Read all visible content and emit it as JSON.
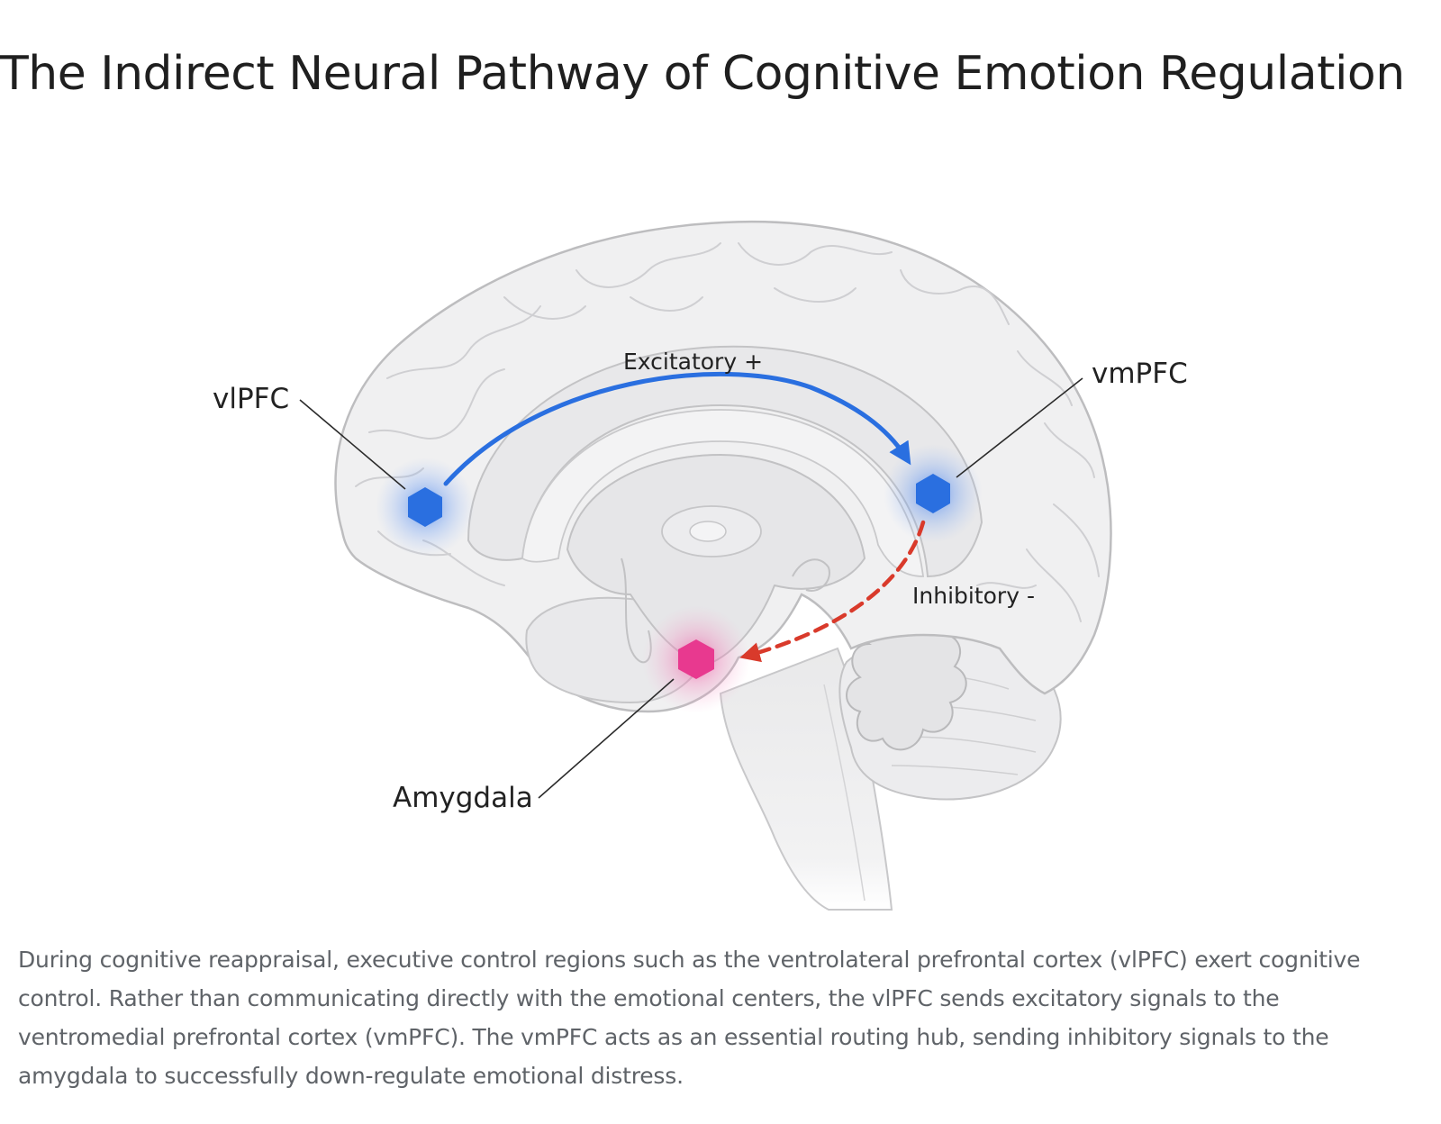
{
  "title": "The Indirect Neural Pathway of Cognitive Emotion Regulation",
  "diagram": {
    "regions": [
      {
        "id": "vlpfc",
        "label": "vlPFC",
        "color": "#2a6fe0"
      },
      {
        "id": "vmpfc",
        "label": "vmPFC",
        "color": "#2a6fe0"
      },
      {
        "id": "amygdala",
        "label": "Amygdala",
        "color": "#e8398f"
      }
    ],
    "connections": [
      {
        "from": "vlPFC",
        "to": "vmPFC",
        "label": "Excitatory +",
        "style": "solid",
        "color": "#2a6fe0"
      },
      {
        "from": "vmPFC",
        "to": "Amygdala",
        "label": "Inhibitory -",
        "style": "dashed",
        "color": "#d93a2b"
      }
    ]
  },
  "caption": "During cognitive reappraisal, executive control regions such as the ventrolateral prefrontal cortex (vlPFC) exert cognitive control. Rather than communicating directly with the emotional centers, the vlPFC sends excitatory signals to the ventromedial prefrontal cortex (vmPFC). The vmPFC acts as an essential routing hub, sending inhibitory signals to the amygdala to successfully down-regulate emotional distress."
}
